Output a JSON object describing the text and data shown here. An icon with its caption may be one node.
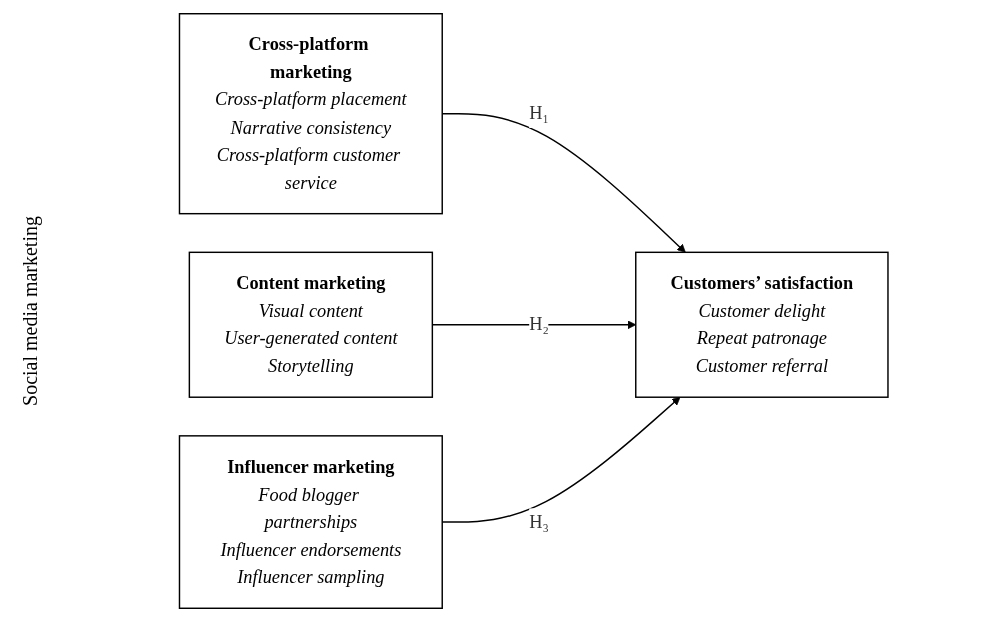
{
  "diagram": {
    "nodes": [
      {
        "text": [
          "Cross-platform marketing",
          "Cross-platform placement",
          "Narrative consistency",
          "Cross-platform customer service"
        ]
      },
      {
        "text": [
          "Content marketing",
          "Visual content",
          "User-generated content",
          "Storytelling"
        ]
      },
      {
        "text": [
          "Influencer marketing",
          "Food blogger partnerships",
          "Influencer endorsements",
          "Influencer sampling"
        ]
      },
      {
        "text": [
          "Customers’ satisfaction",
          "Customer delight",
          "Repeat patronage",
          "Customer referral"
        ]
      }
    ],
    "edges": [
      {
        "from": 0,
        "to": 3,
        "arrow": "to",
        "label": "H₁"
      },
      {
        "from": 1,
        "to": 3,
        "arrow": "to",
        "label": "H₂"
      },
      {
        "from": 2,
        "to": 3,
        "arrow": "to",
        "label": "H₃"
      }
    ],
    "labels": [
      "Social media marketing"
    ]
  }
}
